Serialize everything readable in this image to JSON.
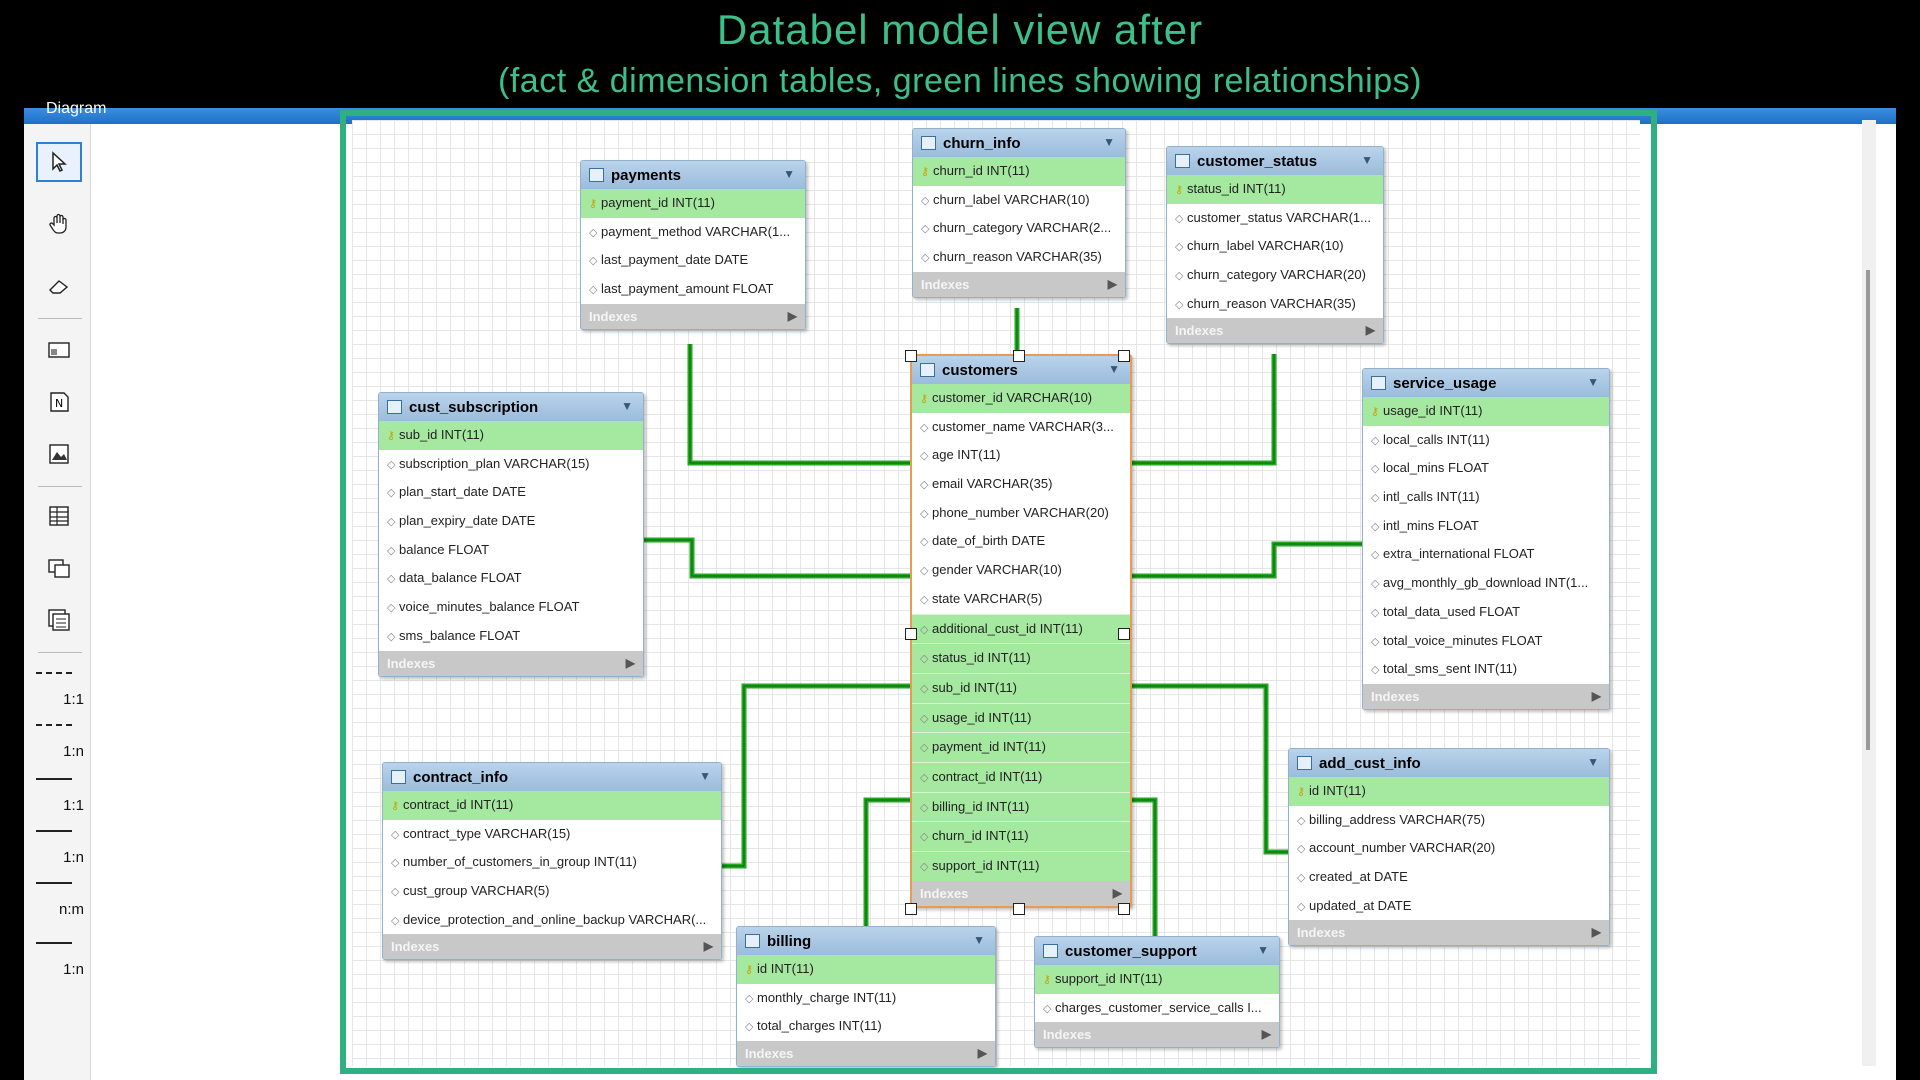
{
  "banner": {
    "title": "Databel model view after",
    "subtitle": "(fact & dimension tables, green lines showing relationships)",
    "accent_color": "#3dbf8a"
  },
  "app": {
    "title": "Diagram",
    "tools": [
      "pointer-icon",
      "hand-icon",
      "eraser-icon",
      "layer-icon",
      "note-icon",
      "image-icon",
      "table-icon",
      "view-icon",
      "routine-group-icon"
    ],
    "relationship_tools": [
      "1:1",
      "1:n",
      "1:1",
      "1:n",
      "n:m",
      "1:n"
    ]
  },
  "colors": {
    "relationship_line": "#22a822",
    "key_row": "#a5e8a0",
    "header": "#a9c8e4",
    "highlight_frame": "#2fb083"
  },
  "tables": {
    "payments": {
      "name": "payments",
      "fields": [
        "payment_id INT(11)",
        "payment_method VARCHAR(1...",
        "last_payment_date DATE",
        "last_payment_amount FLOAT"
      ],
      "indexes_label": "Indexes"
    },
    "churn_info": {
      "name": "churn_info",
      "fields": [
        "churn_id INT(11)",
        "churn_label VARCHAR(10)",
        "churn_category VARCHAR(2...",
        "churn_reason VARCHAR(35)"
      ],
      "indexes_label": "Indexes"
    },
    "customer_status": {
      "name": "customer_status",
      "fields": [
        "status_id INT(11)",
        "customer_status VARCHAR(1...",
        "churn_label VARCHAR(10)",
        "churn_category VARCHAR(20)",
        "churn_reason VARCHAR(35)"
      ],
      "indexes_label": "Indexes"
    },
    "customers": {
      "name": "customers",
      "fields": [
        "customer_id VARCHAR(10)",
        "customer_name VARCHAR(3...",
        "age INT(11)",
        "email VARCHAR(35)",
        "phone_number VARCHAR(20)",
        "date_of_birth DATE",
        "gender VARCHAR(10)",
        "state VARCHAR(5)",
        "additional_cust_id INT(11)",
        "status_id INT(11)",
        "sub_id INT(11)",
        "usage_id INT(11)",
        "payment_id INT(11)",
        "contract_id INT(11)",
        "billing_id INT(11)",
        "churn_id INT(11)",
        "support_id INT(11)"
      ],
      "indexes_label": "Indexes"
    },
    "cust_subscription": {
      "name": "cust_subscription",
      "fields": [
        "sub_id INT(11)",
        "subscription_plan VARCHAR(15)",
        "plan_start_date DATE",
        "plan_expiry_date DATE",
        "balance FLOAT",
        "data_balance FLOAT",
        "voice_minutes_balance FLOAT",
        "sms_balance FLOAT"
      ],
      "indexes_label": "Indexes"
    },
    "service_usage": {
      "name": "service_usage",
      "fields": [
        "usage_id INT(11)",
        "local_calls INT(11)",
        "local_mins FLOAT",
        "intl_calls INT(11)",
        "intl_mins FLOAT",
        "extra_international FLOAT",
        "avg_monthly_gb_download INT(1...",
        "total_data_used FLOAT",
        "total_voice_minutes FLOAT",
        "total_sms_sent INT(11)"
      ],
      "indexes_label": "Indexes"
    },
    "contract_info": {
      "name": "contract_info",
      "fields": [
        "contract_id INT(11)",
        "contract_type VARCHAR(15)",
        "number_of_customers_in_group INT(11)",
        "cust_group VARCHAR(5)",
        "device_protection_and_online_backup VARCHAR(..."
      ],
      "indexes_label": "Indexes"
    },
    "add_cust_info": {
      "name": "add_cust_info",
      "fields": [
        "id INT(11)",
        "billing_address VARCHAR(75)",
        "account_number VARCHAR(20)",
        "created_at DATE",
        "updated_at DATE"
      ],
      "indexes_label": "Indexes"
    },
    "billing": {
      "name": "billing",
      "fields": [
        "id INT(11)",
        "monthly_charge INT(11)",
        "total_charges INT(11)"
      ],
      "indexes_label": "Indexes"
    },
    "customer_support": {
      "name": "customer_support",
      "fields": [
        "support_id INT(11)",
        "charges_customer_service_calls I..."
      ],
      "indexes_label": "Indexes"
    }
  }
}
